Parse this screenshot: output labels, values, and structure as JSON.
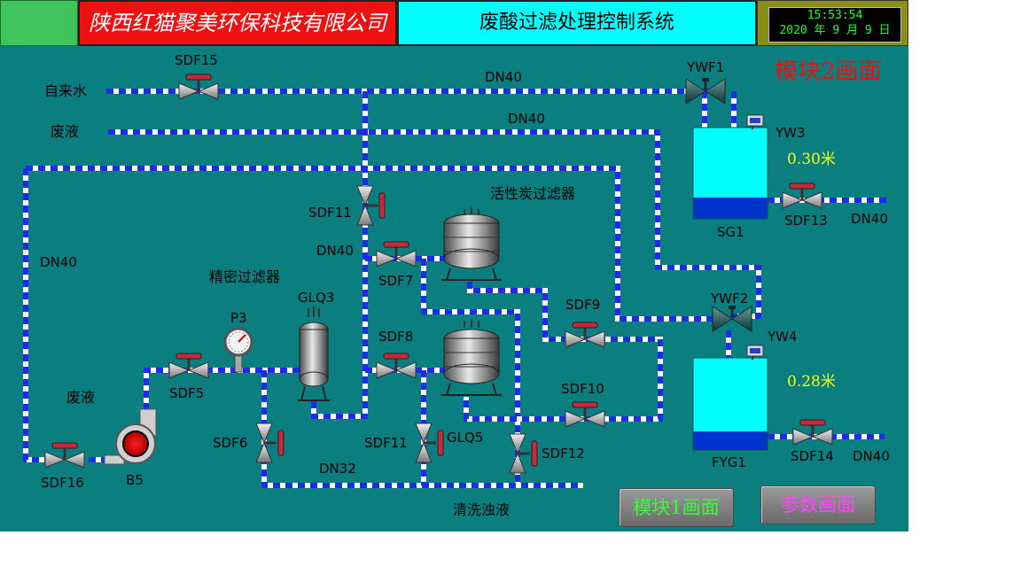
{
  "header": {
    "company": "陕西红猫聚美环保科技有限公司",
    "title": "废酸过滤处理控制系统",
    "time": "15:53:54",
    "date": "2020 年 9 月 9 日"
  },
  "screen_name": "模块2画面",
  "lines": {
    "tap_water": "自来水",
    "waste_liquid": "废液",
    "waste_liquid_pump": "废液",
    "cleaning_turbid": "清洗浊液"
  },
  "pipe_labels": {
    "dn40_top": "DN40",
    "dn40_waste": "DN40",
    "dn40_left": "DN40",
    "dn40_mid": "DN40",
    "dn32": "DN32",
    "dn40_sg1_out": "DN40",
    "dn40_fyg1_out": "DN40"
  },
  "equipment": {
    "carbon_filter": "活性炭过滤器",
    "precision_filter": "精密过滤器",
    "glq3": "GLQ3",
    "glq5": "GLQ5",
    "pump": "B5",
    "gauge": "P3",
    "tank1": "SG1",
    "tank2": "FYG1",
    "level_sensor1": "YW3",
    "level_sensor2": "YW4"
  },
  "valves": {
    "sdf15": "SDF15",
    "sdf11a": "SDF11",
    "sdf7": "SDF7",
    "sdf8": "SDF8",
    "sdf9": "SDF9",
    "sdf10": "SDF10",
    "sdf5": "SDF5",
    "sdf6": "SDF6",
    "sdf11b": "SDF11",
    "sdf12": "SDF12",
    "sdf13": "SDF13",
    "sdf14": "SDF14",
    "sdf16": "SDF16",
    "ywf1": "YWF1",
    "ywf2": "YWF2"
  },
  "levels": {
    "sg1": "0.30米",
    "fyg1": "0.28米",
    "sg1_fill": 0.3,
    "fyg1_fill": 0.28
  },
  "buttons": {
    "module1": "模块1画面",
    "params": "参数画面"
  },
  "colors": {
    "background": "#0b7f80",
    "pipe_dash": "#1a2ee8",
    "pipe_base": "#ffffff",
    "tank_top": "#00ffff",
    "tank_bottom": "#0033cc",
    "header_company": "#ee1111",
    "header_title": "#00ffff",
    "value_text": "#ffff00"
  }
}
